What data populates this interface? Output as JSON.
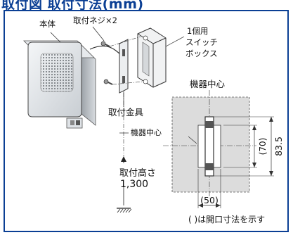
{
  "header": {
    "title": "取付図 取付寸法(mm)"
  },
  "labels": {
    "main_body": "本体",
    "mounting_screw": "取付ネジ×2",
    "switch_box_1": "1個用",
    "switch_box_2": "スイッチ",
    "switch_box_3": "ボックス",
    "mounting_bracket": "取付金具",
    "device_center_top": "機器中心",
    "device_center_left": "機器中心",
    "height_label": "取付高さ",
    "height_value": "1,300",
    "dim_70": "(70)",
    "dim_83_5": "83.5",
    "dim_50": "(50)",
    "note": "( )は開口寸法を示す"
  }
}
